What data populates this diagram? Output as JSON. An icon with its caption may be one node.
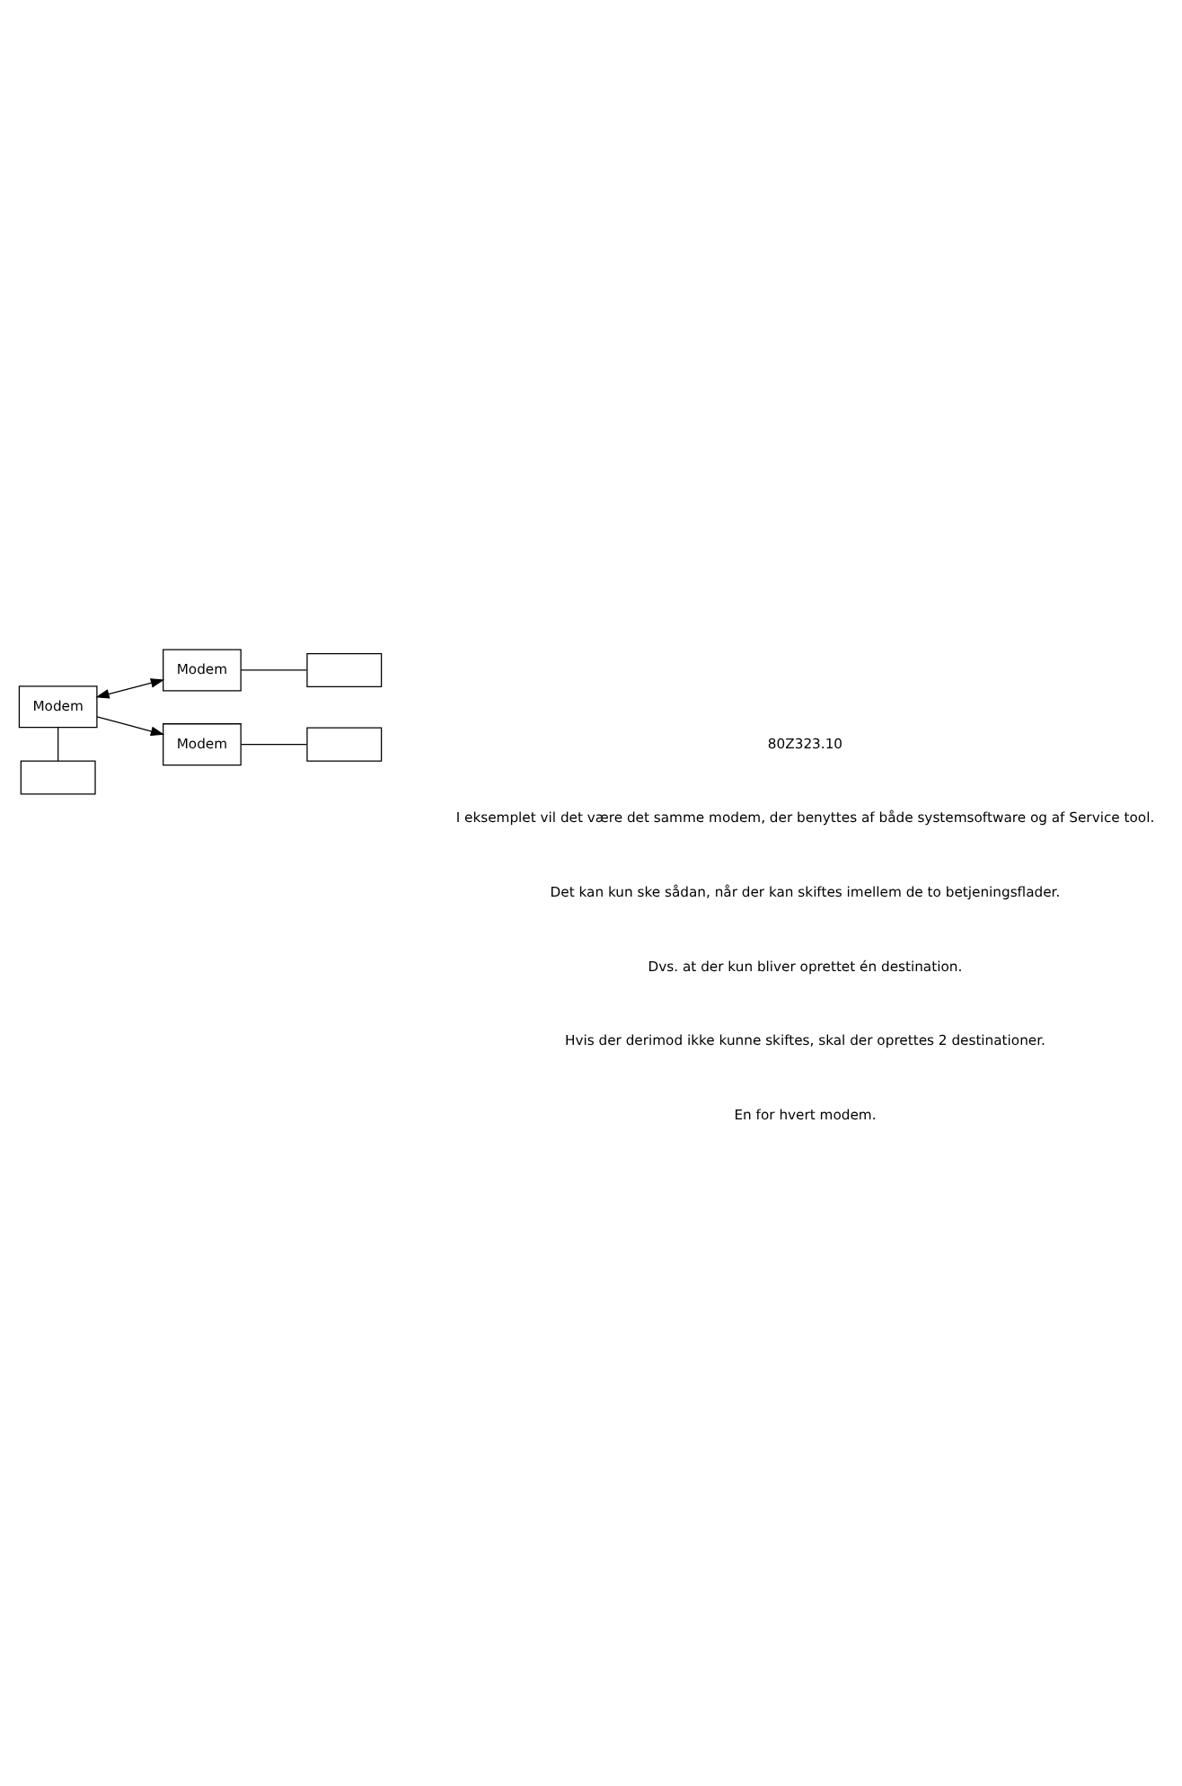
{
  "diagram": {
    "nodes": [
      {
        "text": [
          "Modem"
        ]
      },
      {
        "text": [],
        "shape": "box"
      },
      {
        "text": [
          "Modem"
        ]
      },
      {
        "text": [],
        "shape": "box"
      },
      {
        "text": [
          "Modem"
        ]
      },
      {
        "text": [],
        "shape": "box"
      }
    ],
    "edges": [
      {
        "from": 0,
        "to": 1,
        "arrow": "none"
      },
      {
        "from": 0,
        "to": 2,
        "arrow": "both"
      },
      {
        "from": 0,
        "to": 4,
        "arrow": "to"
      },
      {
        "from": 2,
        "to": 3,
        "arrow": "none"
      },
      {
        "from": 4,
        "to": 5,
        "arrow": "none"
      }
    ],
    "labels": [
      "80Z323.10",
      "I eksemplet vil det være det samme modem, der benyttes af både systemsoftware og af Service tool.",
      "Det kan kun ske sådan, når der kan skiftes imellem de to betjeningsflader.",
      "Dvs. at der kun bliver oprettet én destination.",
      "Hvis der derimod ikke kunne skiftes, skal der oprettes 2 destinationer.",
      "En for hvert modem."
    ]
  }
}
